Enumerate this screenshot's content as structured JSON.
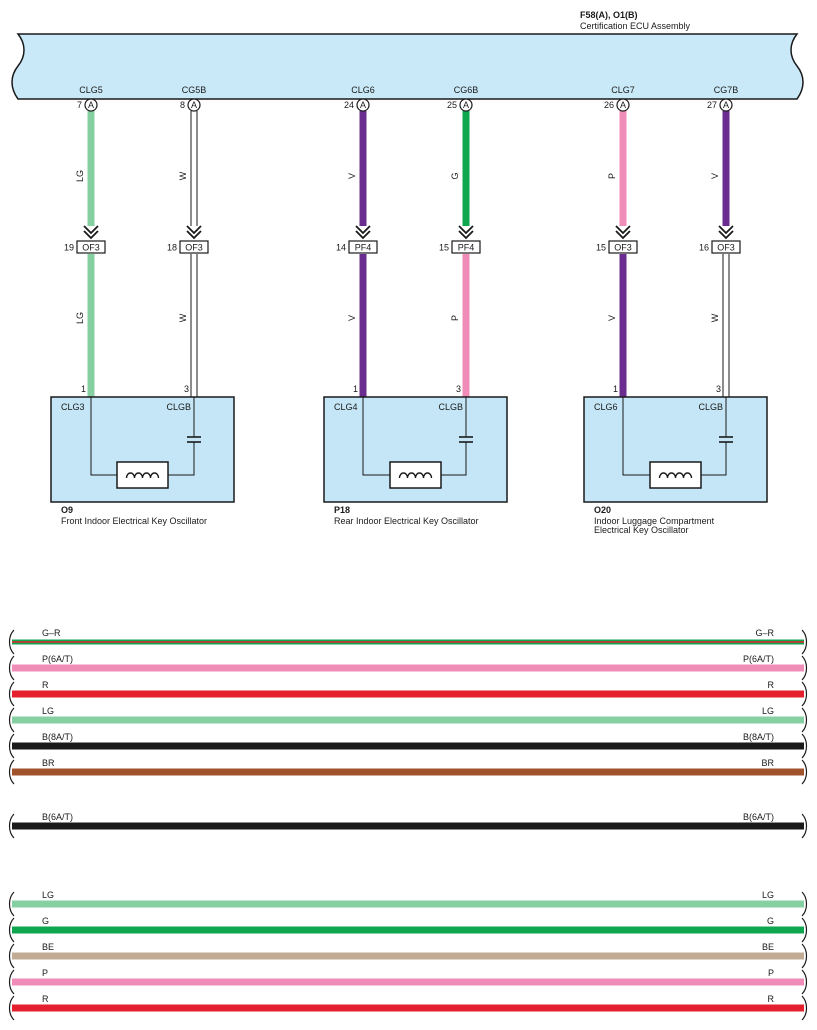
{
  "ecu": {
    "code": "F58(A), O1(B)",
    "name": "Certification ECU Assembly",
    "pins": [
      {
        "name": "CLG5",
        "num": "7",
        "conn": "A"
      },
      {
        "name": "CG5B",
        "num": "8",
        "conn": "A"
      },
      {
        "name": "CLG6",
        "num": "24",
        "conn": "A"
      },
      {
        "name": "CG6B",
        "num": "25",
        "conn": "A"
      },
      {
        "name": "CLG7",
        "num": "26",
        "conn": "A"
      },
      {
        "name": "CG7B",
        "num": "27",
        "conn": "A"
      }
    ]
  },
  "wires": [
    {
      "upper_code": "LG",
      "upper_color": "#86cfa0",
      "joint_pin": "19",
      "joint": "OF3",
      "lower_code": "LG",
      "lower_color": "#86cfa0",
      "end_pin": "1"
    },
    {
      "upper_code": "W",
      "upper_color": "#ffffff",
      "joint_pin": "18",
      "joint": "OF3",
      "lower_code": "W",
      "lower_color": "#ffffff",
      "end_pin": "3"
    },
    {
      "upper_code": "V",
      "upper_color": "#6a2c8e",
      "joint_pin": "14",
      "joint": "PF4",
      "lower_code": "V",
      "lower_color": "#6a2c8e",
      "end_pin": "1"
    },
    {
      "upper_code": "G",
      "upper_color": "#0fa650",
      "joint_pin": "15",
      "joint": "PF4",
      "lower_code": "P",
      "lower_color": "#f08cb8",
      "end_pin": "3"
    },
    {
      "upper_code": "P",
      "upper_color": "#f08cb8",
      "joint_pin": "15",
      "joint": "OF3",
      "lower_code": "V",
      "lower_color": "#6a2c8e",
      "end_pin": "1"
    },
    {
      "upper_code": "V",
      "upper_color": "#6a2c8e",
      "joint_pin": "16",
      "joint": "OF3",
      "lower_code": "W",
      "lower_color": "#ffffff",
      "end_pin": "3"
    }
  ],
  "oscillators": [
    {
      "code": "O9",
      "name_lines": [
        "Front Indoor Electrical Key Oscillator"
      ],
      "left_pin": "CLG3",
      "right_pin": "CLGB"
    },
    {
      "code": "P18",
      "name_lines": [
        "Rear Indoor Electrical Key Oscillator"
      ],
      "left_pin": "CLG4",
      "right_pin": "CLGB"
    },
    {
      "code": "O20",
      "name_lines": [
        "Indoor Luggage Compartment",
        "Electrical Key Oscillator"
      ],
      "left_pin": "CLG6",
      "right_pin": "CLGB"
    }
  ],
  "legend": {
    "group1": [
      {
        "code": "G–R",
        "color": "#0fa650",
        "stripe": "#e5202e"
      },
      {
        "code": "P(6A/T)",
        "color": "#f08cb8"
      },
      {
        "code": "R",
        "color": "#e5202e"
      },
      {
        "code": "LG",
        "color": "#86cfa0"
      },
      {
        "code": "B(8A/T)",
        "color": "#1a1a1a"
      },
      {
        "code": "BR",
        "color": "#a0522d"
      }
    ],
    "group2": [
      {
        "code": "B(6A/T)",
        "color": "#1a1a1a"
      }
    ],
    "group3": [
      {
        "code": "LG",
        "color": "#86cfa0"
      },
      {
        "code": "G",
        "color": "#0fa650"
      },
      {
        "code": "BE",
        "color": "#c2ab94"
      },
      {
        "code": "P",
        "color": "#f08cb8"
      },
      {
        "code": "R",
        "color": "#e5202e"
      }
    ]
  },
  "colors": {
    "ecu_fill": "#c9e9f8",
    "box_fill": "#c4e6f6",
    "outline": "#1a1a1a"
  }
}
